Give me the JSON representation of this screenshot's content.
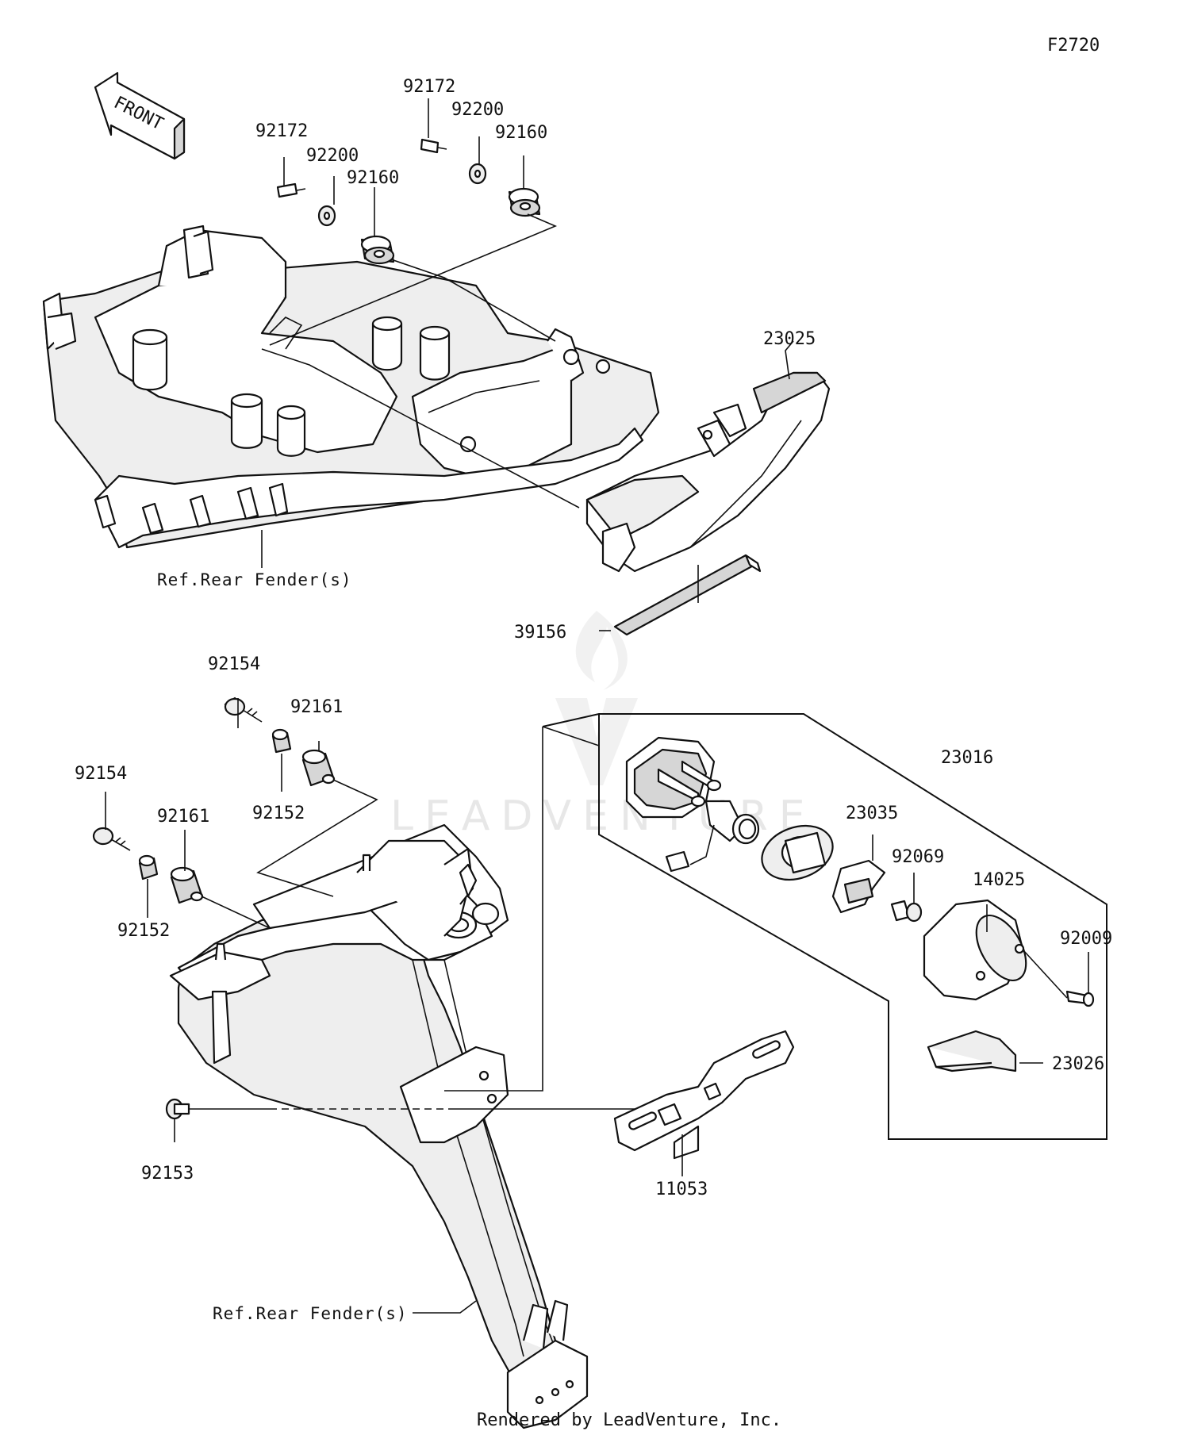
{
  "figure_code": "F2720",
  "direction_label": "FRONT",
  "watermark_text": "LEADVENTURE",
  "footer": "Rendered by LeadVenture, Inc.",
  "callouts": {
    "c92172_a": "92172",
    "c92200_a": "92200",
    "c92160_a": "92160",
    "c92172_b": "92172",
    "c92200_b": "92200",
    "c92160_b": "92160",
    "c23025": "23025",
    "c39156": "39156",
    "ref_rear_fender_top": "Ref.Rear Fender(s)",
    "c92154_a": "92154",
    "c92161_a": "92161",
    "c92152_a": "92152",
    "c92154_b": "92154",
    "c92161_b": "92161",
    "c92152_b": "92152",
    "c92153": "92153",
    "c11053": "11053",
    "ref_rear_fender_bottom": "Ref.Rear Fender(s)",
    "c23016": "23016",
    "c23035": "23035",
    "c92069": "92069",
    "c14025": "14025",
    "c92009": "92009",
    "c23026": "23026"
  }
}
